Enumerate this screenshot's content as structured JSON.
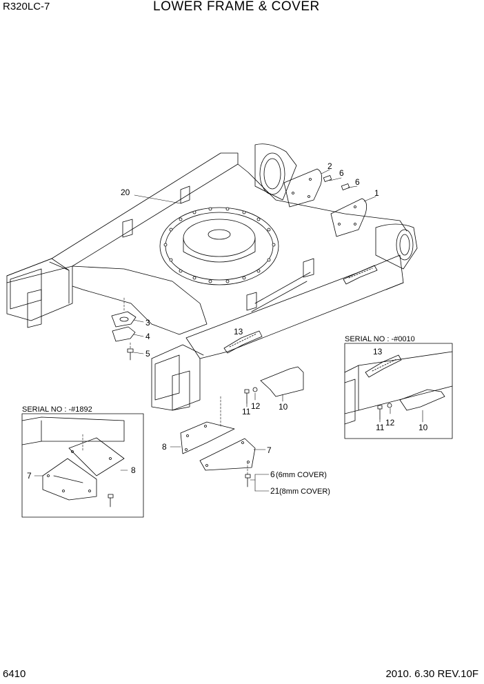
{
  "header": {
    "model": "R320LC-7",
    "title": "LOWER FRAME & COVER"
  },
  "footer": {
    "page": "6410",
    "revision": "2010. 6.30  REV.10F"
  },
  "callouts": {
    "p1": "1",
    "p2": "2",
    "p6a": "6",
    "p6b": "6",
    "p20": "20",
    "p3": "3",
    "p4": "4",
    "p5": "5",
    "p13": "13",
    "p11": "11",
    "p12": "12",
    "p10": "10",
    "p8": "8",
    "p7": "7",
    "p6c": "6",
    "p6c_note": "(6mm COVER)",
    "p21": "21",
    "p21_note": "(8mm COVER)"
  },
  "inset_left": {
    "serial": "SERIAL NO : -#1892",
    "p7": "7",
    "p8": "8"
  },
  "inset_right": {
    "serial": "SERIAL NO : -#0010",
    "p13": "13",
    "p11": "11",
    "p12": "12",
    "p10": "10"
  }
}
